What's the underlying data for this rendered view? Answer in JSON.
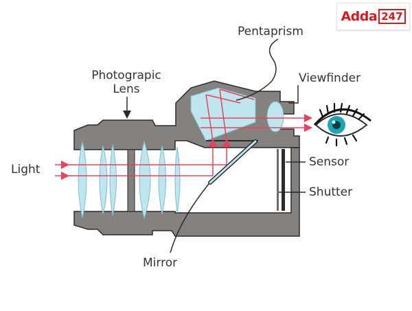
{
  "logo": {
    "brand": "Adda",
    "suffix": "247"
  },
  "labels": {
    "pentaprism": "Pentaprism",
    "lens_line1": "Photograpic",
    "lens_line2": "Lens",
    "viewfinder": "Viewfinder",
    "light": "Light",
    "sensor": "Sensor",
    "shutter": "Shutter",
    "mirror": "Mirror"
  },
  "colors": {
    "body": "#85817f",
    "body_outline": "#2b2b2b",
    "glass": "#bfe6ee",
    "ray": "#e8415a",
    "iris": "#1aa6b7"
  }
}
